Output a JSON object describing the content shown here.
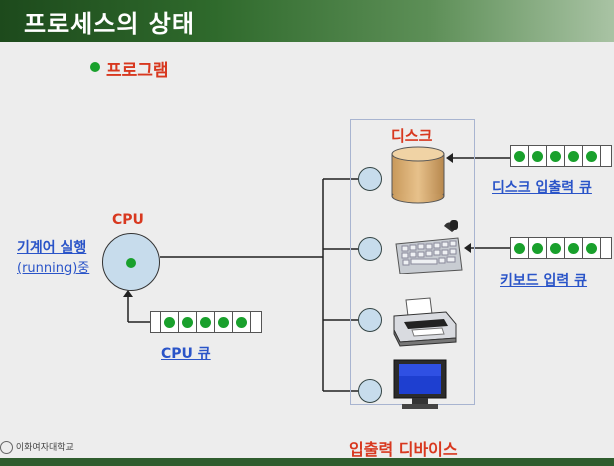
{
  "title": "프로세스의 상태",
  "program_label": "프로그램",
  "cpu_label": "CPU",
  "running_line1": "기계어 실행",
  "running_line2": "(running)중",
  "cpu_queue_label": "CPU 큐",
  "disk_label": "디스크",
  "disk_queue_label": "디스크 입출력 큐",
  "keyboard_queue_label": "키보드 입력 큐",
  "io_devices_label": "입출력 디바이스",
  "footer_text": "이화여자대학교",
  "icons": [
    "disk-icon",
    "keyboard-icon",
    "printer-icon",
    "monitor-icon"
  ],
  "colors": {
    "accent_red": "#d8381f",
    "link_blue": "#2a54c8",
    "queue_dot_green": "#19a02c",
    "title_green": "#2f6a2c"
  }
}
